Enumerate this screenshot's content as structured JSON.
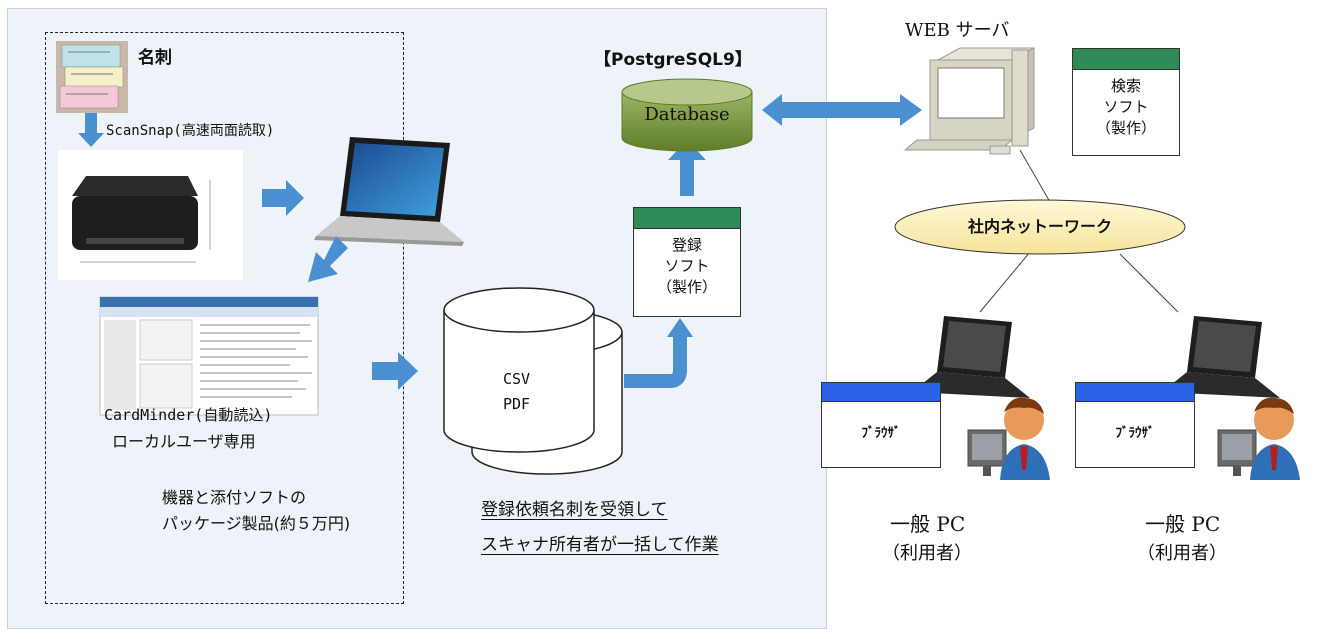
{
  "diagram": {
    "card_title": "名刺",
    "scan_label": "ScanSnap(高速両面読取)",
    "cardminder_line1": "CardMinder(自動読込)",
    "cardminder_line2": "ローカルユーザ専用",
    "package_line1": "機器と添付ソフトの",
    "package_line2": "パッケージ製品(約５万円)",
    "storage_line1": "CSV",
    "storage_line2": "PDF",
    "work_line1": "登録依頼名刺を受領して",
    "work_line2": "スキャナ所有者が一括して作業",
    "reg_soft_line1": "登録",
    "reg_soft_line2": "ソフト",
    "reg_soft_line3": "（製作）",
    "db_product": "【PostgreSQL9】",
    "db_label": "Database",
    "web_server": "WEB サーバ",
    "search_soft_line1": "検索",
    "search_soft_line2": "ソフト",
    "search_soft_line3": "（製作）",
    "network": "社内ネットーワーク",
    "browser_label_left": "ﾌﾞﾗｳｻﾞ",
    "browser_label_right": "ﾌﾞﾗｳｻﾞ",
    "pc_left_line1": "一般 PC",
    "pc_left_line2": "（利用者）",
    "pc_right_line1": "一般 PC",
    "pc_right_line2": "（利用者）"
  },
  "colors": {
    "arrow": "#4a8fd0",
    "soft_bar": "#2e8b57",
    "browser_bar": "#2a61e6",
    "database": "#7a9a3c",
    "network_oval": "#fdf1c0",
    "panel": "#eef2f9"
  }
}
